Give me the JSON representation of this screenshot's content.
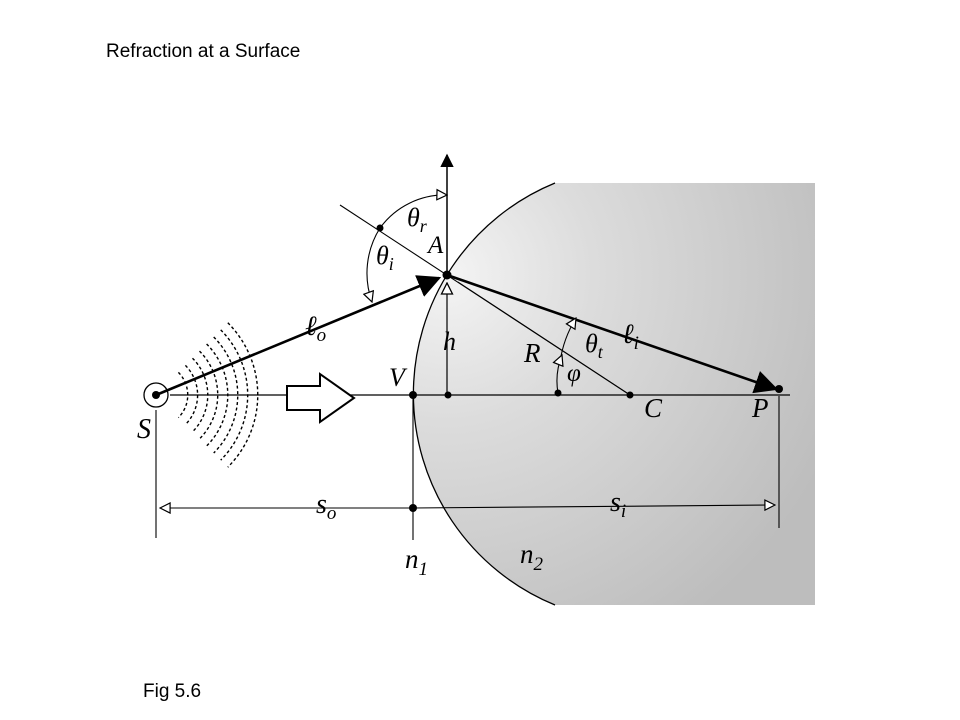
{
  "slide": {
    "title": "Refraction at a Surface",
    "caption": "Fig 5.6"
  },
  "diagram": {
    "labels": {
      "source": "S",
      "vertex": "V",
      "incidence_point": "A",
      "height": "h",
      "radius": "R",
      "center": "C",
      "image_point": "P",
      "angle_incident": {
        "main": "θ",
        "sub": "i"
      },
      "angle_reflected": {
        "main": "θ",
        "sub": "r"
      },
      "angle_transmitted": {
        "main": "θ",
        "sub": "t"
      },
      "angle_phi": "φ",
      "ray_incident": {
        "main": "ℓ",
        "sub": "o"
      },
      "ray_transmitted": {
        "main": "ℓ",
        "sub": "i"
      },
      "object_distance": {
        "main": "s",
        "sub": "o"
      },
      "image_distance": {
        "main": "s",
        "sub": "i"
      },
      "medium_1": {
        "main": "n",
        "sub": "1"
      },
      "medium_2": {
        "main": "n",
        "sub": "2"
      }
    }
  }
}
